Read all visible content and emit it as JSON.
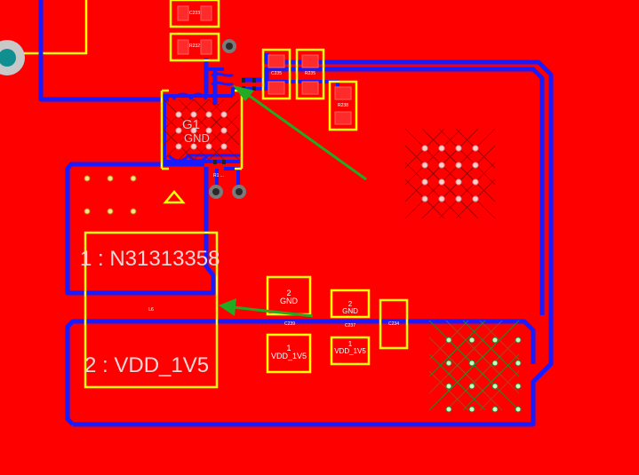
{
  "board": {
    "colors": {
      "copper": "#ff0000",
      "trace": "#1a1aff",
      "silkscreen": "#ffff00",
      "via_ring": "#c8c8c8",
      "annotation": "#22aa22"
    }
  },
  "components": {
    "c_top1": "C233",
    "r_top2": "R232",
    "c_mid1": "C235",
    "r_mid2": "R235",
    "r_right": "R238",
    "chip_name": "G1",
    "chip_net": "GND",
    "r_small": "R1 ...",
    "inductor": "L6",
    "c_bot1": "C239",
    "c_bot2": "C237",
    "c_bot3": "C234"
  },
  "pins": {
    "cap1_top": "2\nGND",
    "cap1_bot": "1\nVDD_1V5",
    "cap2_top": "2\nGND",
    "cap2_bot": "1\nVDD_1V5"
  },
  "net_labels": {
    "pin1": "1 : N31313358",
    "pin2": "2 : VDD_1V5"
  }
}
